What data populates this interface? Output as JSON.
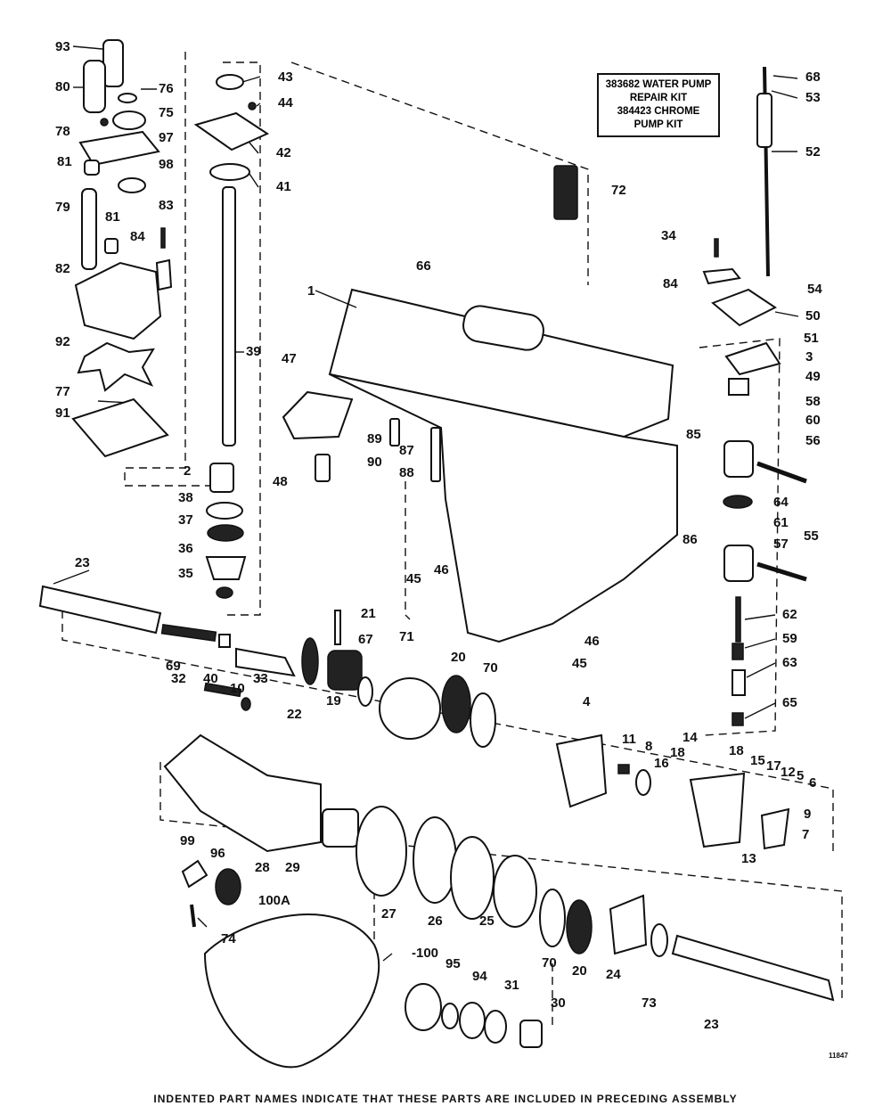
{
  "kit_note": {
    "line1": "383682 WATER PUMP",
    "line2": "REPAIR KIT",
    "line3": "384423 CHROME",
    "line4": "PUMP KIT"
  },
  "drawing_number": "11847",
  "footer_text": "INDENTED PART NAMES INDICATE THAT THESE PARTS ARE INCLUDED IN PRECEDING ASSEMBLY",
  "callouts": [
    "93",
    "80",
    "76",
    "75",
    "78",
    "97",
    "81",
    "98",
    "79",
    "81",
    "83",
    "84",
    "82",
    "92",
    "77",
    "91",
    "43",
    "44",
    "42",
    "41",
    "39",
    "2",
    "38",
    "37",
    "36",
    "35",
    "47",
    "48",
    "89",
    "90",
    "87",
    "88",
    "1",
    "66",
    "72",
    "68",
    "53",
    "52",
    "34",
    "84",
    "54",
    "50",
    "51",
    "3",
    "49",
    "58",
    "60",
    "56",
    "85",
    "86",
    "64",
    "61",
    "55",
    "57",
    "62",
    "59",
    "63",
    "65",
    "45",
    "46",
    "46",
    "45",
    "23",
    "69",
    "40",
    "10",
    "22",
    "21",
    "67",
    "19",
    "71",
    "20",
    "70",
    "32",
    "33",
    "4",
    "11",
    "8",
    "14",
    "18",
    "18",
    "16",
    "15",
    "17",
    "12",
    "5",
    "6",
    "9",
    "7",
    "13",
    "28",
    "29",
    "27",
    "26",
    "25",
    "99",
    "96",
    "100A",
    "74",
    "-100",
    "95",
    "94",
    "31",
    "30",
    "70",
    "20",
    "24",
    "73",
    "23"
  ]
}
